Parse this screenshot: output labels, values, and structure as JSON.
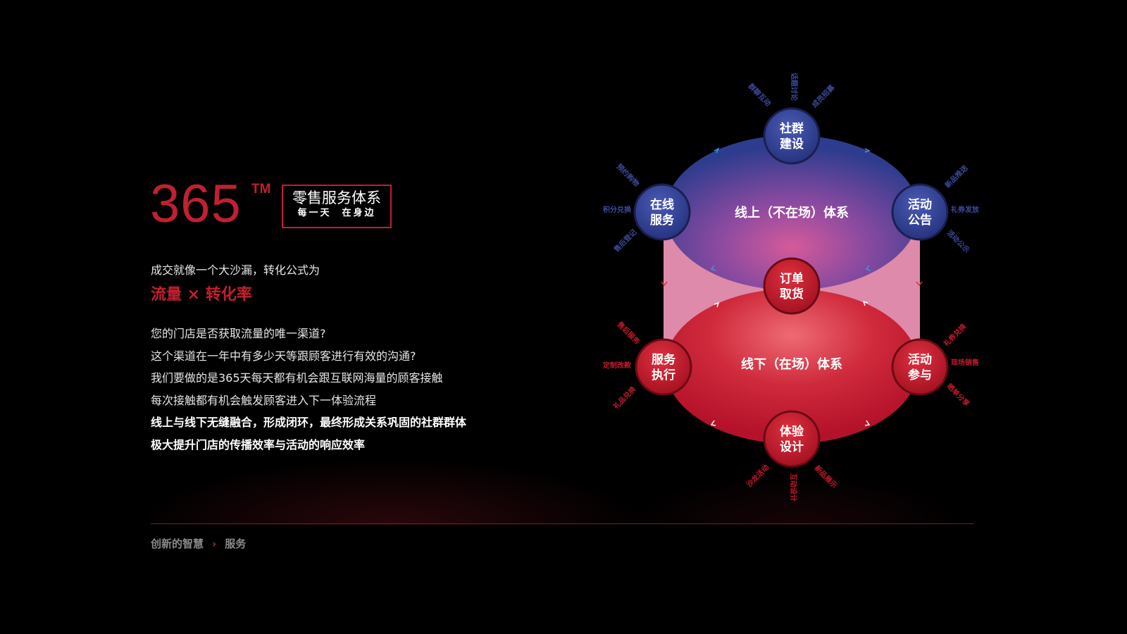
{
  "brand": {
    "number": "365",
    "trademark": "TM",
    "box_title": "零售服务体系",
    "box_subtitle": "每一天  在身边"
  },
  "intro": "成交就像一个大沙漏，转化公式为",
  "formula": "流量 × 转化率",
  "body_lines": [
    "您的门店是否获取流量的唯一渠道?",
    "这个渠道在一年中有多少天等跟顾客进行有效的沟通?",
    "我们要做的是365天每天都有机会跟互联网海量的顾客接触",
    "每次接触都有机会触发顾客进入下一体验流程",
    "线上与线下无缝融合，形成闭环，最终形成关系巩固的社群群体",
    "极大提升门店的传播效率与活动的响应效率"
  ],
  "breadcrumb": {
    "parent": "创新的智慧",
    "separator": "›",
    "current": "服务"
  },
  "diagram": {
    "online_label": "线上（不在场）体系",
    "offline_label": "线下（在场）体系",
    "colors": {
      "online": "#2f3f8f",
      "offline": "#c41a2c",
      "mix": "#d98aa8"
    },
    "nodes": {
      "community": [
        "社群",
        "建设"
      ],
      "online_service": [
        "在线",
        "服务"
      ],
      "announcement": [
        "活动",
        "公告"
      ],
      "order": [
        "订单",
        "取货"
      ],
      "service_exec": [
        "服务",
        "执行"
      ],
      "participation": [
        "活动",
        "参与"
      ],
      "experience": [
        "体验",
        "设计"
      ]
    },
    "satellites": {
      "community": [
        "群聊互动",
        "话题讨论",
        "成员招募"
      ],
      "online_service": [
        "预约购物",
        "积分兑换",
        "售后登记"
      ],
      "announcement": [
        "新品推送",
        "礼券发放",
        "活动公示"
      ],
      "service_exec": [
        "售后服务",
        "定制改款",
        "礼品兑换"
      ],
      "participation": [
        "礼券兑换",
        "现场销售",
        "晒单分享"
      ],
      "experience": [
        "沙龙活动",
        "互动设计",
        "新品展示"
      ]
    }
  }
}
